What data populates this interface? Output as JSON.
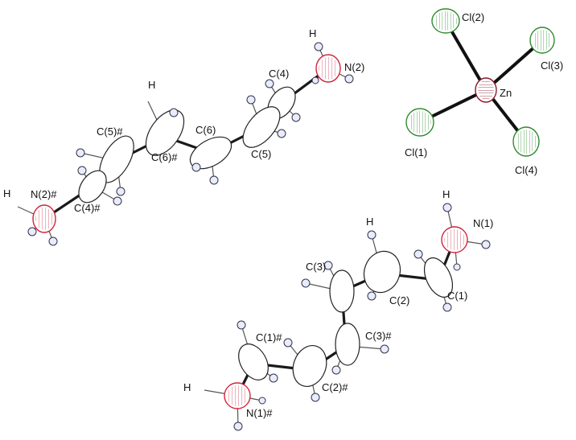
{
  "labels": {
    "n2": "N(2)",
    "h_n2": "H",
    "c4": "C(4)",
    "c5": "C(5)",
    "c6": "C(6)",
    "h_mid1": "H",
    "c6s": "C(6)#",
    "c5s": "C(5)#",
    "c4s": "C(4)#",
    "n2s": "N(2)#",
    "h_n2s": "H",
    "cl2": "Cl(2)",
    "cl3": "Cl(3)",
    "zn": "Zn",
    "cl1": "Cl(1)",
    "cl4": "Cl(4)",
    "h_n1": "H",
    "n1": "N(1)",
    "h_mid2": "H",
    "c3": "C(3)",
    "c2": "C(2)",
    "c1": "C(1)",
    "c1s": "C(1)#",
    "c3s": "C(3)#",
    "c2s": "C(2)#",
    "h_n1s": "H",
    "n1s": "N(1)#"
  },
  "colors": {
    "nitrogen": "#d0243a",
    "chlorine": "#2e8b2e",
    "zinc": "#8b1a2a",
    "carbon": "#222222",
    "hydrogen": "#e8ecff"
  }
}
